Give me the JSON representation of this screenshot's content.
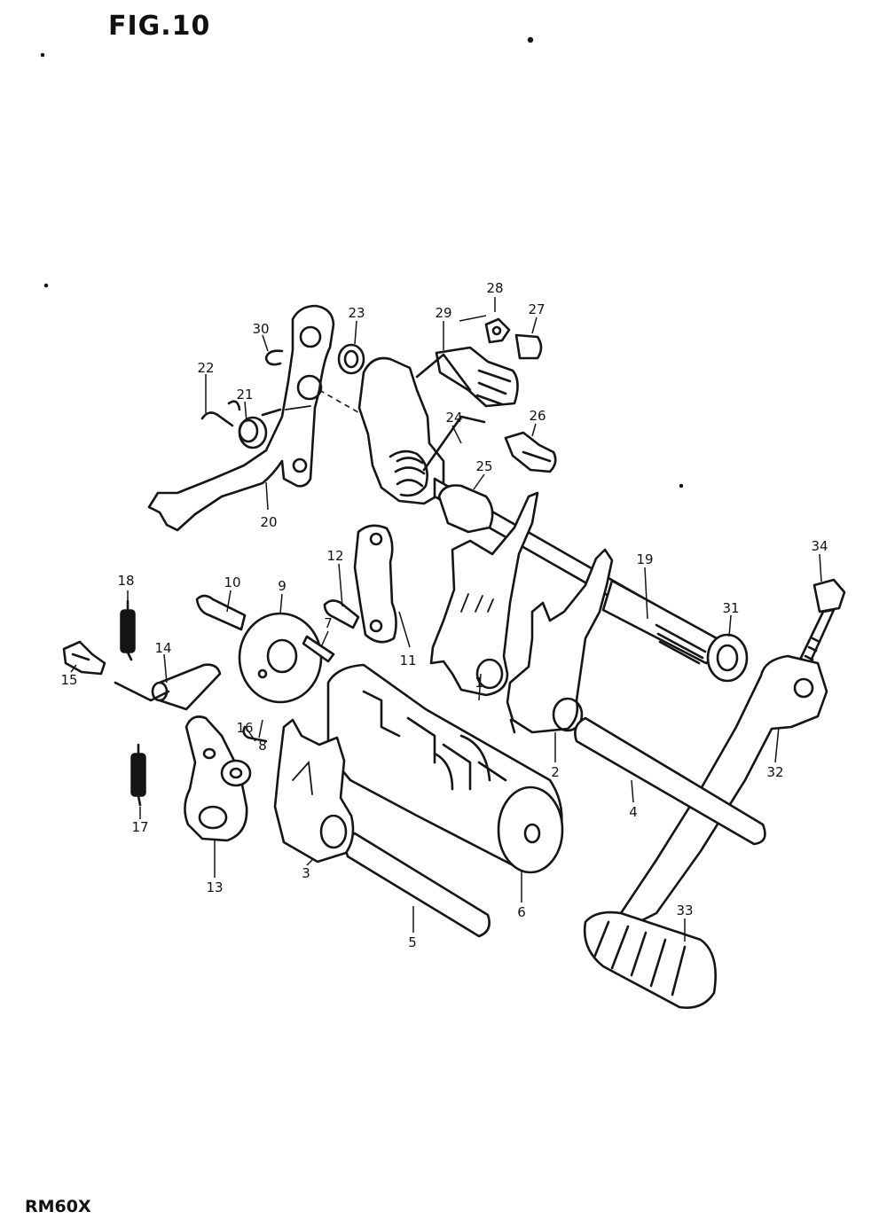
{
  "figure": {
    "title": "FIG.10",
    "model": "RM60X"
  },
  "callouts": [
    "1",
    "2",
    "3",
    "4",
    "5",
    "6",
    "7",
    "8",
    "9",
    "10",
    "11",
    "12",
    "13",
    "14",
    "15",
    "16",
    "17",
    "18",
    "19",
    "20",
    "21",
    "22",
    "23",
    "24",
    "25",
    "26",
    "27",
    "28",
    "29",
    "30",
    "31",
    "32",
    "33",
    "34"
  ],
  "colors": {
    "ink": "#151515",
    "paper": "#ffffff"
  }
}
